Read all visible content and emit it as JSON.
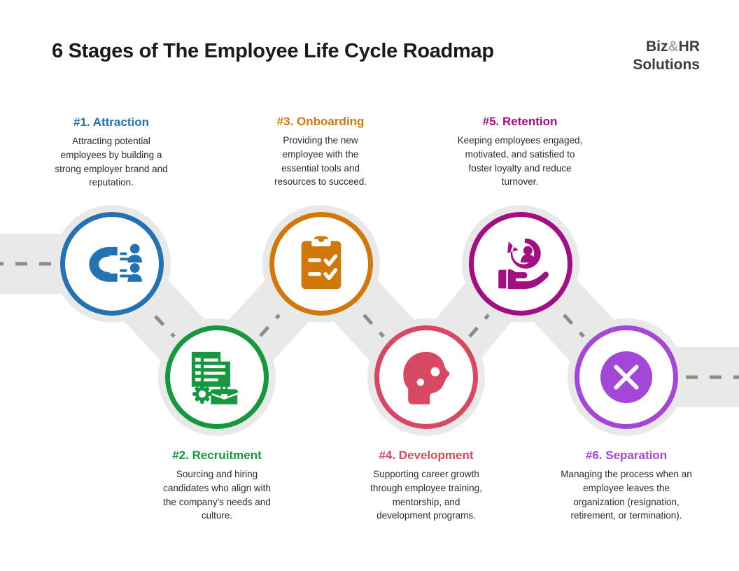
{
  "header": {
    "title": "6 Stages of The Employee Life Cycle Roadmap",
    "brand_line1_a": "Biz",
    "brand_line1_amp": "&",
    "brand_line1_b": "HR",
    "brand_line2": "Solutions"
  },
  "colors": {
    "road": "#e9e9e9",
    "dash": "#8c8c8c",
    "stage1": "#2272B4",
    "stage2": "#17973F",
    "stage3": "#D2770A",
    "stage4": "#D94862",
    "stage5": "#A30E82",
    "stage6": "#A447D9",
    "title": "#1a1a1a",
    "body_text": "#2b2b2b"
  },
  "stages": [
    {
      "number": "#1.",
      "name": "Attraction",
      "title": "#1. Attraction",
      "desc": "Attracting potential employees by building a strong employer brand and reputation.",
      "color": "#2272B4",
      "icon": "magnet-people-icon",
      "position": "top"
    },
    {
      "number": "#2.",
      "name": "Recruitment",
      "title": "#2. Recruitment",
      "desc": "Sourcing and hiring candidates who align with the company's needs and culture.",
      "color": "#17973F",
      "icon": "resume-briefcase-icon",
      "position": "bottom"
    },
    {
      "number": "#3.",
      "name": "Onboarding",
      "title": "#3. Onboarding",
      "desc": "Providing the new employee with the essential tools and resources to succeed.",
      "color": "#D2770A",
      "icon": "clipboard-checklist-icon",
      "position": "top"
    },
    {
      "number": "#4.",
      "name": "Development",
      "title": "#4. Development",
      "desc": "Supporting career growth through employee training, mentorship, and development programs.",
      "color": "#D94862",
      "icon": "head-gears-icon",
      "position": "bottom"
    },
    {
      "number": "#5.",
      "name": "Retention",
      "title": "#5. Retention",
      "desc": "Keeping employees engaged, motivated, and satisfied to foster loyalty and reduce turnover.",
      "color": "#A30E82",
      "icon": "hand-holding-employee-icon",
      "position": "top"
    },
    {
      "number": "#6.",
      "name": "Separation",
      "title": "#6. Separation",
      "desc": "Managing the process when an employee leaves the organization (resignation, retirement, or termination).",
      "color": "#A447D9",
      "icon": "circle-x-icon",
      "position": "bottom"
    }
  ]
}
